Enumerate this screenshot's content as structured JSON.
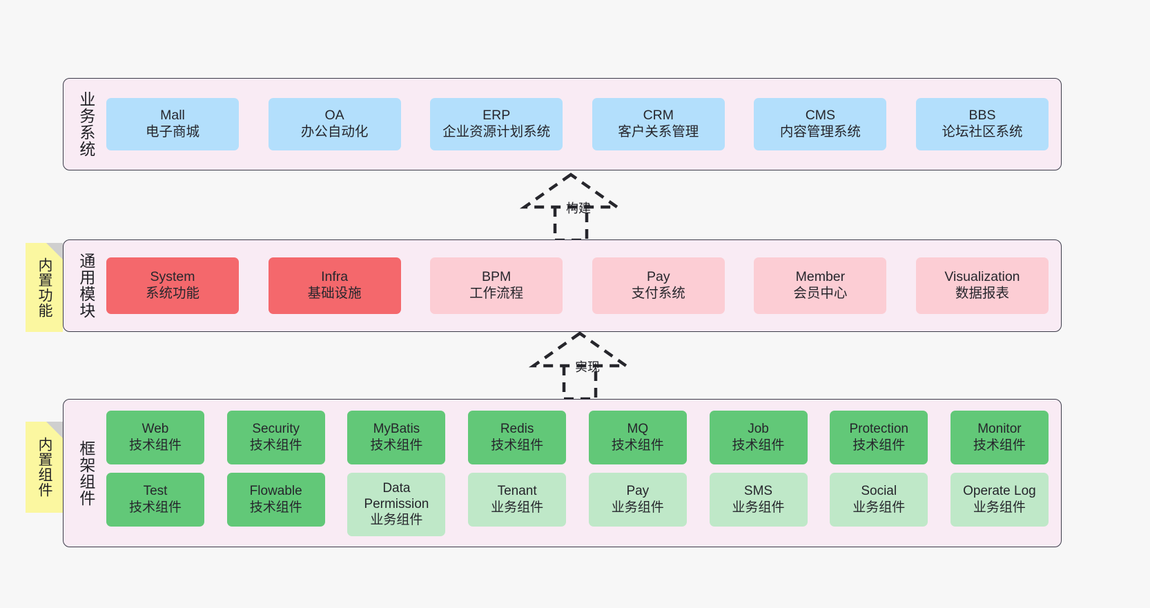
{
  "canvas": {
    "background": "#f7f7f7",
    "panel_background": "#f9ebf4",
    "panel_border": "#3b3b49",
    "colors": {
      "business_box": "#b3dffc",
      "module_accent": "#f4686c",
      "module_soft": "#fccdd4",
      "framework_tech": "#62c878",
      "framework_biz": "#bfe8c8",
      "sticky_note": "#fbf7a0",
      "sticky_fold": "#cfcfcf",
      "text": "#26262c"
    }
  },
  "business": {
    "label": "业务系统",
    "items": [
      {
        "name": "Mall",
        "desc": "电子商城"
      },
      {
        "name": "OA",
        "desc": "办公自动化"
      },
      {
        "name": "ERP",
        "desc": "企业资源计划系统"
      },
      {
        "name": "CRM",
        "desc": "客户关系管理"
      },
      {
        "name": "CMS",
        "desc": "内容管理系统"
      },
      {
        "name": "BBS",
        "desc": "论坛社区系统"
      }
    ]
  },
  "arrow_build": {
    "label": "构建",
    "style": "dashed-generalization-up"
  },
  "arrow_impl": {
    "label": "实现",
    "style": "dashed-generalization-up"
  },
  "common": {
    "label": "通用模块",
    "sticky": "内置功能",
    "items": [
      {
        "name": "System",
        "desc": "系统功能",
        "emphasis": "accent"
      },
      {
        "name": "Infra",
        "desc": "基础设施",
        "emphasis": "accent"
      },
      {
        "name": "BPM",
        "desc": "工作流程",
        "emphasis": "soft"
      },
      {
        "name": "Pay",
        "desc": "支付系统",
        "emphasis": "soft"
      },
      {
        "name": "Member",
        "desc": "会员中心",
        "emphasis": "soft"
      },
      {
        "name": "Visualization",
        "desc": "数据报表",
        "emphasis": "soft"
      }
    ]
  },
  "framework": {
    "label": "框架组件",
    "sticky": "内置组件",
    "row1": [
      {
        "name": "Web",
        "desc": "技术组件",
        "kind": "tech"
      },
      {
        "name": "Security",
        "desc": "技术组件",
        "kind": "tech"
      },
      {
        "name": "MyBatis",
        "desc": "技术组件",
        "kind": "tech"
      },
      {
        "name": "Redis",
        "desc": "技术组件",
        "kind": "tech"
      },
      {
        "name": "MQ",
        "desc": "技术组件",
        "kind": "tech"
      },
      {
        "name": "Job",
        "desc": "技术组件",
        "kind": "tech"
      },
      {
        "name": "Protection",
        "desc": "技术组件",
        "kind": "tech"
      },
      {
        "name": "Monitor",
        "desc": "技术组件",
        "kind": "tech"
      }
    ],
    "row2": [
      {
        "name": "Test",
        "desc": "技术组件",
        "kind": "tech"
      },
      {
        "name": "Flowable",
        "desc": "技术组件",
        "kind": "tech"
      },
      {
        "name": "Data Permission",
        "desc": "业务组件",
        "kind": "biz",
        "tall": true
      },
      {
        "name": "Tenant",
        "desc": "业务组件",
        "kind": "biz"
      },
      {
        "name": "Pay",
        "desc": "业务组件",
        "kind": "biz"
      },
      {
        "name": "SMS",
        "desc": "业务组件",
        "kind": "biz"
      },
      {
        "name": "Social",
        "desc": "业务组件",
        "kind": "biz"
      },
      {
        "name": "Operate Log",
        "desc": "业务组件",
        "kind": "biz"
      }
    ]
  }
}
